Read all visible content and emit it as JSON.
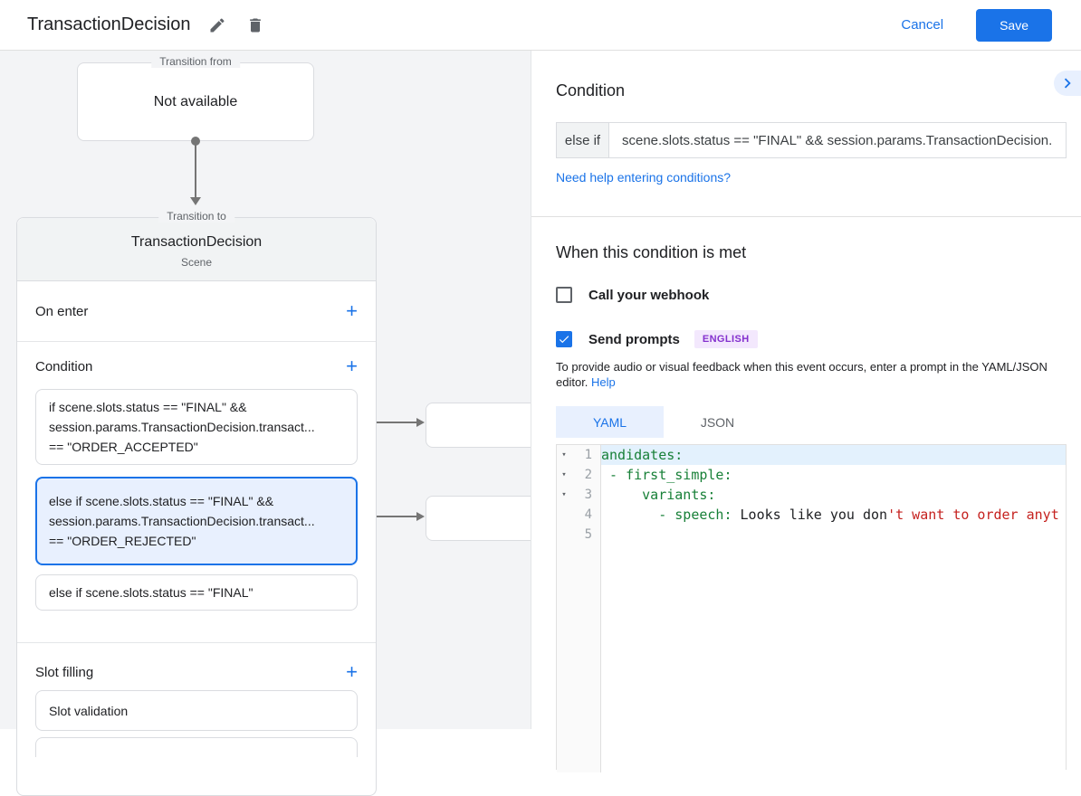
{
  "header": {
    "title": "TransactionDecision",
    "cancel_label": "Cancel",
    "save_label": "Save"
  },
  "diagram": {
    "transition_from": {
      "legend": "Transition from",
      "value": "Not available"
    },
    "scene_card": {
      "legend": "Transition to",
      "title": "TransactionDecision",
      "subtitle": "Scene",
      "on_enter_label": "On enter",
      "condition_label": "Condition",
      "slot_filling_label": "Slot filling",
      "add_icon": "+",
      "conditions": [
        {
          "selected": false,
          "lines": [
            "if scene.slots.status == \"FINAL\" &&",
            "session.params.TransactionDecision.transact...",
            "== \"ORDER_ACCEPTED\""
          ]
        },
        {
          "selected": true,
          "lines": [
            "else if scene.slots.status == \"FINAL\" &&",
            "session.params.TransactionDecision.transact...",
            "== \"ORDER_REJECTED\""
          ]
        },
        {
          "selected": false,
          "lines": [
            "else if scene.slots.status == \"FINAL\""
          ]
        }
      ],
      "slot_items": [
        "Slot validation"
      ]
    }
  },
  "panel": {
    "condition": {
      "heading": "Condition",
      "prefix": "else if",
      "expression": "scene.slots.status == \"FINAL\" && session.params.TransactionDecision.",
      "help_link": "Need help entering conditions?"
    },
    "when_met": {
      "heading": "When this condition is met",
      "webhook_label": "Call your webhook",
      "webhook_checked": false,
      "prompts_label": "Send prompts",
      "prompts_checked": true,
      "language_badge": "ENGLISH",
      "description": "To provide audio or visual feedback when this event occurs, enter a prompt in the YAML/JSON editor.",
      "help_label": "Help"
    },
    "editor": {
      "tabs": [
        {
          "label": "YAML",
          "active": true
        },
        {
          "label": "JSON",
          "active": false
        }
      ],
      "lines": [
        {
          "num": 1,
          "fold": true,
          "highlight": true,
          "segments": [
            {
              "text": "andidates:",
              "color": "key"
            }
          ]
        },
        {
          "num": 2,
          "fold": true,
          "highlight": false,
          "segments": [
            {
              "text": " - first_simple:",
              "color": "key"
            }
          ]
        },
        {
          "num": 3,
          "fold": true,
          "highlight": false,
          "segments": [
            {
              "text": "     variants:",
              "color": "key"
            }
          ]
        },
        {
          "num": 4,
          "fold": false,
          "highlight": false,
          "segments": [
            {
              "text": "       - speech:",
              "color": "key"
            },
            {
              "text": " Looks like you don",
              "color": "plain"
            },
            {
              "text": "'t want to order anyt",
              "color": "string"
            }
          ]
        },
        {
          "num": 5,
          "fold": false,
          "highlight": false,
          "segments": []
        }
      ]
    }
  },
  "colors": {
    "accent": "#1a73e8",
    "badge_bg": "#f3e8fd",
    "badge_text": "#8430ce",
    "selected_condition_bg": "#e8f0fe",
    "code": {
      "key": "#188038",
      "plain": "#202124",
      "string": "#c5221f"
    }
  }
}
